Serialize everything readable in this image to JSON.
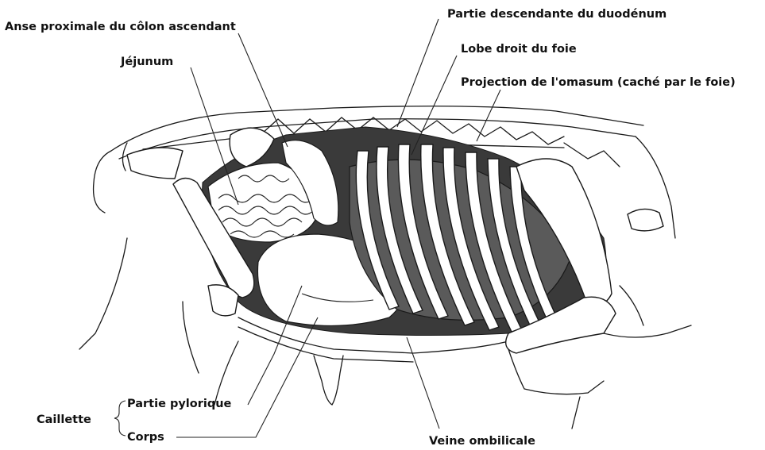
{
  "labels": {
    "anse_colon": "Anse proximale du côlon ascendant",
    "jejunum": "Jéjunum",
    "duodenum": "Partie descendante du duodénum",
    "lobe_foie": "Lobe droit du foie",
    "omasum": "Projection de l'omasum (caché par le foie)",
    "caillette": "Caillette",
    "partie_pylorique": "Partie pylorique",
    "corps": "Corps",
    "veine_ombilicale": "Veine ombilicale"
  }
}
